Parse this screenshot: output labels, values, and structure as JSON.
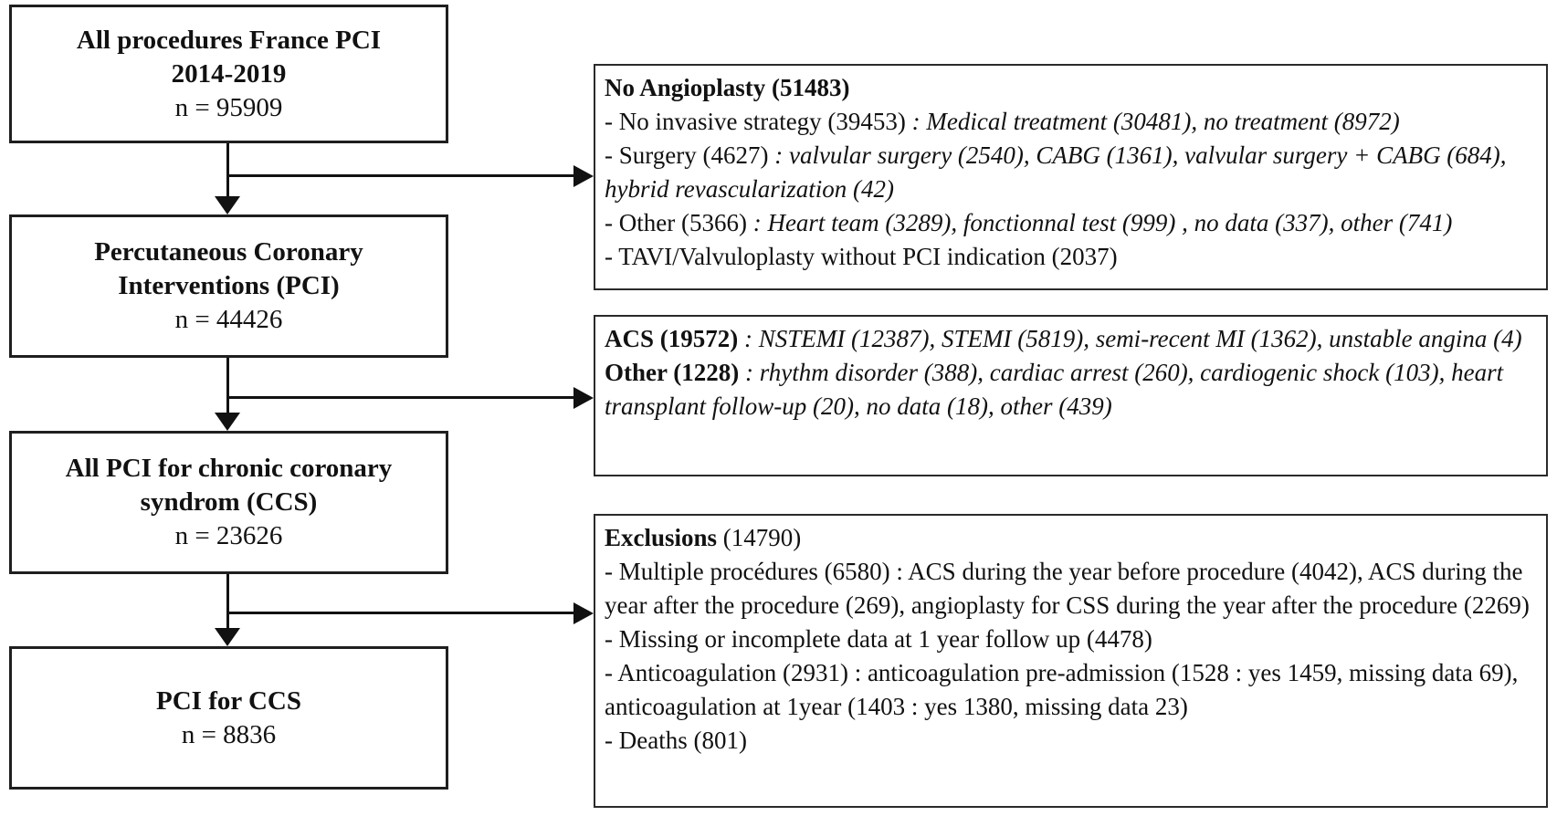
{
  "figure": {
    "background_color": "#ffffff",
    "text_color": "#111111",
    "box_border_color": "#1f1f1f",
    "arrow_color": "#111111"
  },
  "left_boxes": [
    {
      "title_lines": [
        "All procedures France PCI",
        "2014-2019"
      ],
      "count": "n = 95909"
    },
    {
      "title_lines": [
        "Percutaneous Coronary",
        "Interventions (PCI)"
      ],
      "count": "n = 44426"
    },
    {
      "title_lines": [
        "All PCI for chronic coronary",
        "syndrom (CCS)"
      ],
      "count": "n = 23626"
    },
    {
      "title_lines": [
        "PCI for CCS"
      ],
      "count": "n = 8836"
    }
  ],
  "right_boxes": [
    {
      "id": "no-angioplasty",
      "paragraphs": [
        [
          {
            "t": "No Angioplasty (51483)",
            "s": "b"
          }
        ],
        [
          {
            "t": "- No invasive strategy (39453) ",
            "s": "r"
          },
          {
            "t": ": Medical treatment (30481), no treatment (8972)",
            "s": "i"
          }
        ],
        [
          {
            "t": "- Surgery (4627) ",
            "s": "r"
          },
          {
            "t": ": valvular surgery (2540), CABG (1361), valvular surgery + CABG (684), hybrid revascularization (42)",
            "s": "i"
          }
        ],
        [
          {
            "t": "- Other (5366) ",
            "s": "r"
          },
          {
            "t": ": Heart team (3289), fonctionnal test (999) , no data (337), other (741)",
            "s": "i"
          }
        ],
        [
          {
            "t": "- TAVI/Valvuloplasty without PCI indication (2037)",
            "s": "r"
          }
        ]
      ]
    },
    {
      "id": "acs-other",
      "paragraphs": [
        [
          {
            "t": "ACS (19572) ",
            "s": "b"
          },
          {
            "t": ": NSTEMI (12387), STEMI (5819), semi-recent MI (1362), unstable angina (4)",
            "s": "i"
          }
        ],
        [
          {
            "t": "Other (1228) ",
            "s": "b"
          },
          {
            "t": ": rhythm disorder (388), cardiac arrest (260), cardiogenic shock (103), heart transplant follow-up (20), no data (18), other (439)",
            "s": "i"
          }
        ]
      ]
    },
    {
      "id": "exclusions",
      "paragraphs": [
        [
          {
            "t": "Exclusions",
            "s": "b"
          },
          {
            "t": " (14790)",
            "s": "r"
          }
        ],
        [
          {
            "t": "- Multiple procédures (6580) : ACS during the year before procedure (4042), ACS during the year after the procedure (269), angioplasty for CSS during the year after the procedure (2269)",
            "s": "r"
          }
        ],
        [
          {
            "t": "- Missing or incomplete data at 1 year follow up (4478)",
            "s": "r"
          }
        ],
        [
          {
            "t": "- Anticoagulation (2931) : anticoagulation pre-admission (1528 : yes 1459, missing data 69), anticoagulation at 1year (1403 : yes 1380, missing data 23)",
            "s": "r"
          }
        ],
        [
          {
            "t": "- Deaths (801)",
            "s": "r"
          }
        ]
      ]
    }
  ]
}
